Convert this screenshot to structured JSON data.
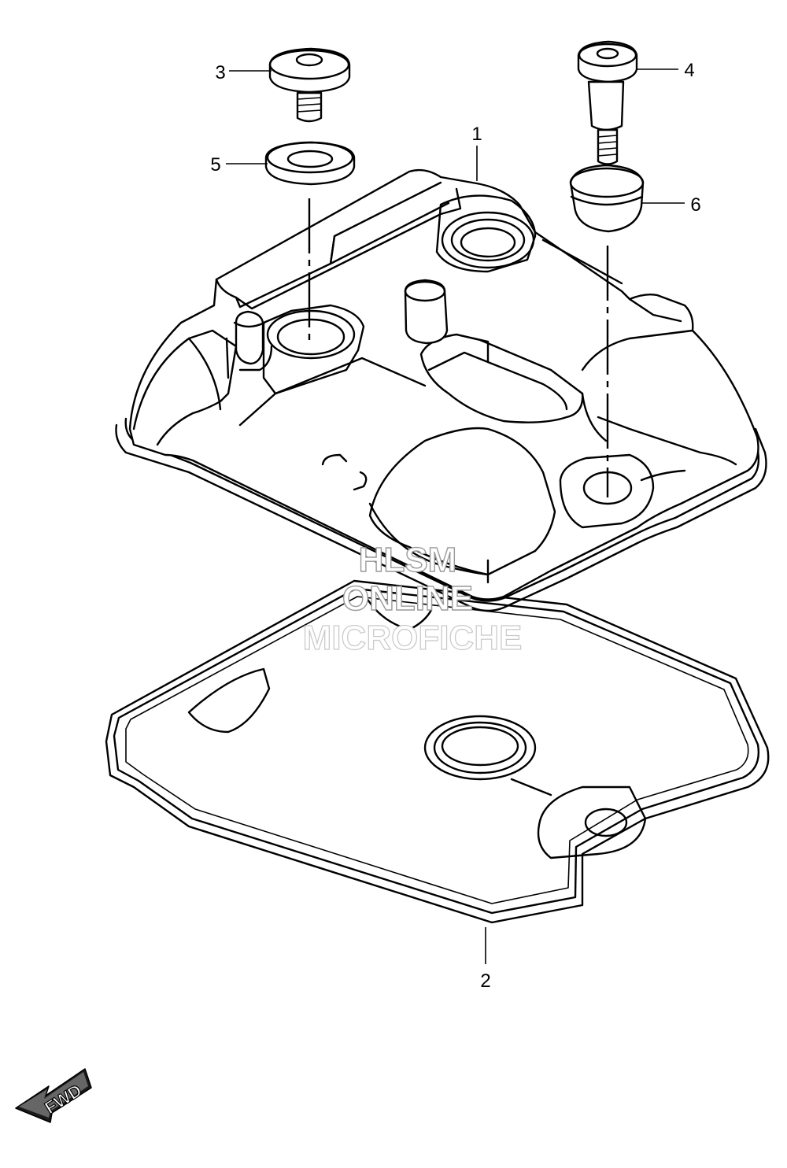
{
  "callouts": [
    {
      "label": "1"
    },
    {
      "label": "2"
    },
    {
      "label": "3"
    },
    {
      "label": "4"
    },
    {
      "label": "5"
    },
    {
      "label": "6"
    }
  ],
  "watermark": {
    "line1": "HLSM",
    "line2": "ONLINE",
    "line3": "MICROFICHE"
  },
  "direction_arrow": {
    "label": "FWD",
    "icon": "fwd-arrow-icon"
  },
  "colors": {
    "line": "#000000",
    "background": "#ffffff",
    "watermark_outline": "#9a9a9a"
  }
}
